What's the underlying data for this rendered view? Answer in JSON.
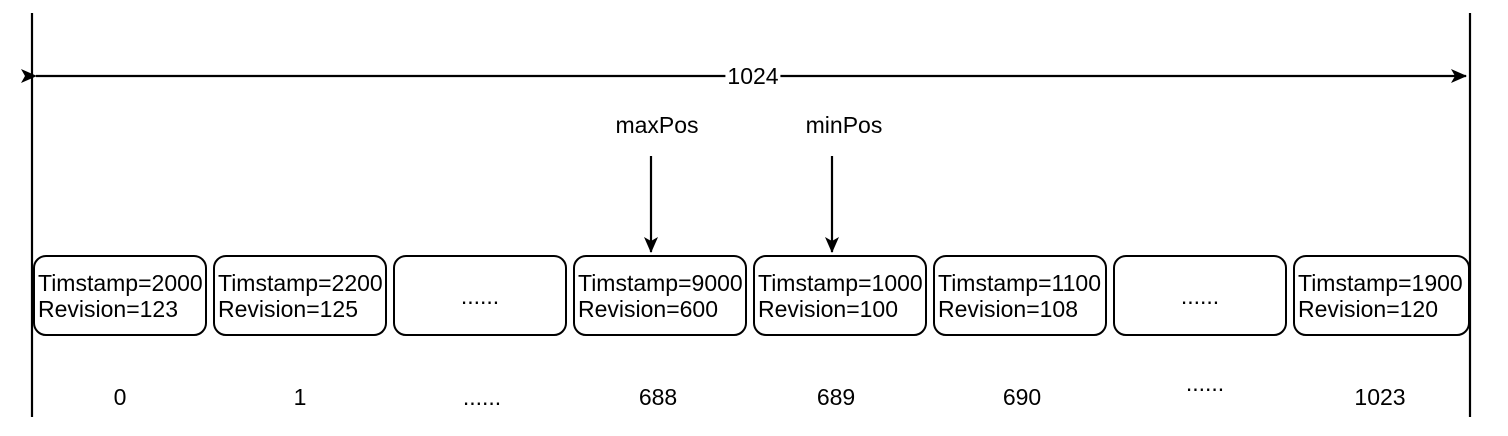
{
  "colors": {
    "line": "#000000",
    "background": "#ffffff",
    "text": "#000000"
  },
  "dimension": {
    "label": "1024"
  },
  "pointers": {
    "max": "maxPos",
    "min": "minPos"
  },
  "slots": [
    {
      "line1": "Timstamp=2000",
      "line2": "Revision=123",
      "index": "0"
    },
    {
      "line1": "Timstamp=2200",
      "line2": "Revision=125",
      "index": "1"
    },
    {
      "text": "......",
      "index": "......"
    },
    {
      "line1": "Timstamp=9000",
      "line2": "Revision=600",
      "index": "688"
    },
    {
      "line1": "Timstamp=1000",
      "line2": "Revision=100",
      "index": "689"
    },
    {
      "line1": "Timstamp=1100",
      "line2": "Revision=108",
      "index": "690"
    },
    {
      "text": "......",
      "index": "......"
    },
    {
      "line1": "Timstamp=1900",
      "line2": "Revision=120",
      "index": "1023"
    }
  ]
}
